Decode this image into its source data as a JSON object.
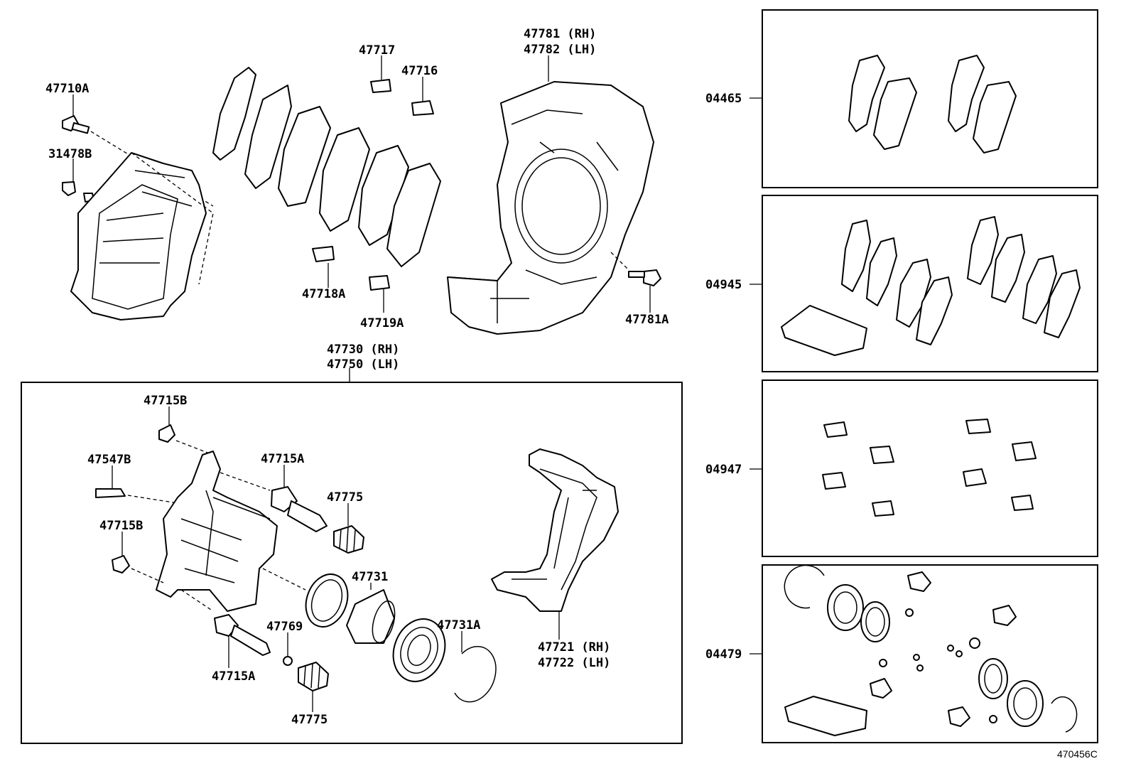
{
  "labels": {
    "p47710A": "47710A",
    "p31478B": "31478B",
    "p47717": "47717",
    "p47716": "47716",
    "p47781_rh": "47781 (RH)",
    "p47782_lh": "47782 (LH)",
    "p47718A": "47718A",
    "p47719A": "47719A",
    "p47781A": "47781A",
    "p47730_rh": "47730 (RH)",
    "p47750_lh": "47750 (LH)",
    "p47715B_top": "47715B",
    "p47547B": "47547B",
    "p47715A_top": "47715A",
    "p47775_top": "47775",
    "p47715B_mid": "47715B",
    "p47731": "47731",
    "p47769": "47769",
    "p47731A": "47731A",
    "p47721_rh": "47721 (RH)",
    "p47722_lh": "47722 (LH)",
    "p47715A_bot": "47715A",
    "p47775_bot": "47775",
    "kit04465": "04465",
    "kit04945": "04945",
    "kit04947": "04947",
    "kit04479": "04479"
  },
  "reference": "470456C"
}
